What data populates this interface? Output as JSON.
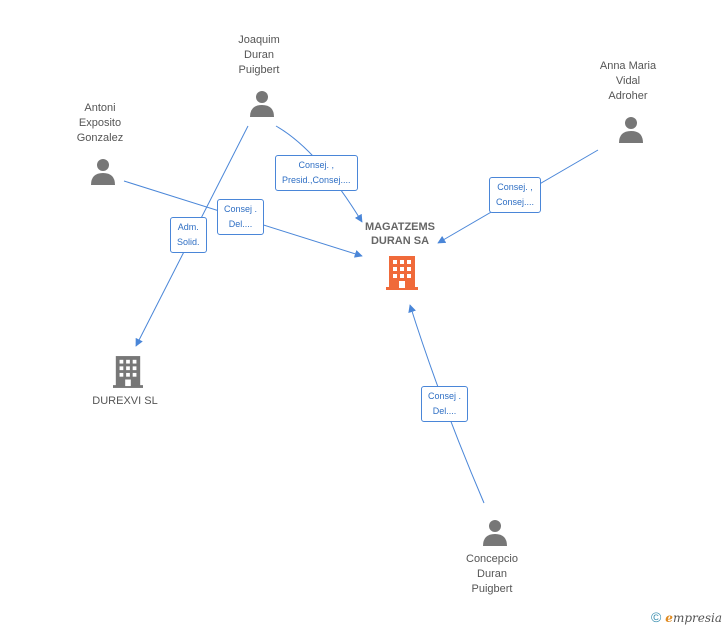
{
  "nodes": {
    "magatzems": "MAGATZEMS\nDURAN SA",
    "durexvi": "DUREXVI SL",
    "joaquim": "Joaquim\nDuran\nPuigbert",
    "antoni": "Antoni\nExposito\nGonzalez",
    "anna": "Anna Maria\nVidal\nAdroher",
    "concepcio": "Concepcio\nDuran\nPuigbert"
  },
  "relations": {
    "joaquim_magatzems": "Consej. ,\nPresid.,Consej....",
    "antoni_magatzems": "Consej .\nDel....",
    "joaquim_durexvi": "Adm.\nSolid.",
    "anna_magatzems": "Consej. ,\nConsej....",
    "concepcio_magatzems": "Consej .\nDel...."
  },
  "colors": {
    "edge": "#4a86d8",
    "focus_company": "#f06a3a",
    "company": "#777777",
    "person": "#777777"
  },
  "footer": {
    "copyright": "©",
    "brand_e": "e",
    "brand_rest": "mpresia"
  }
}
